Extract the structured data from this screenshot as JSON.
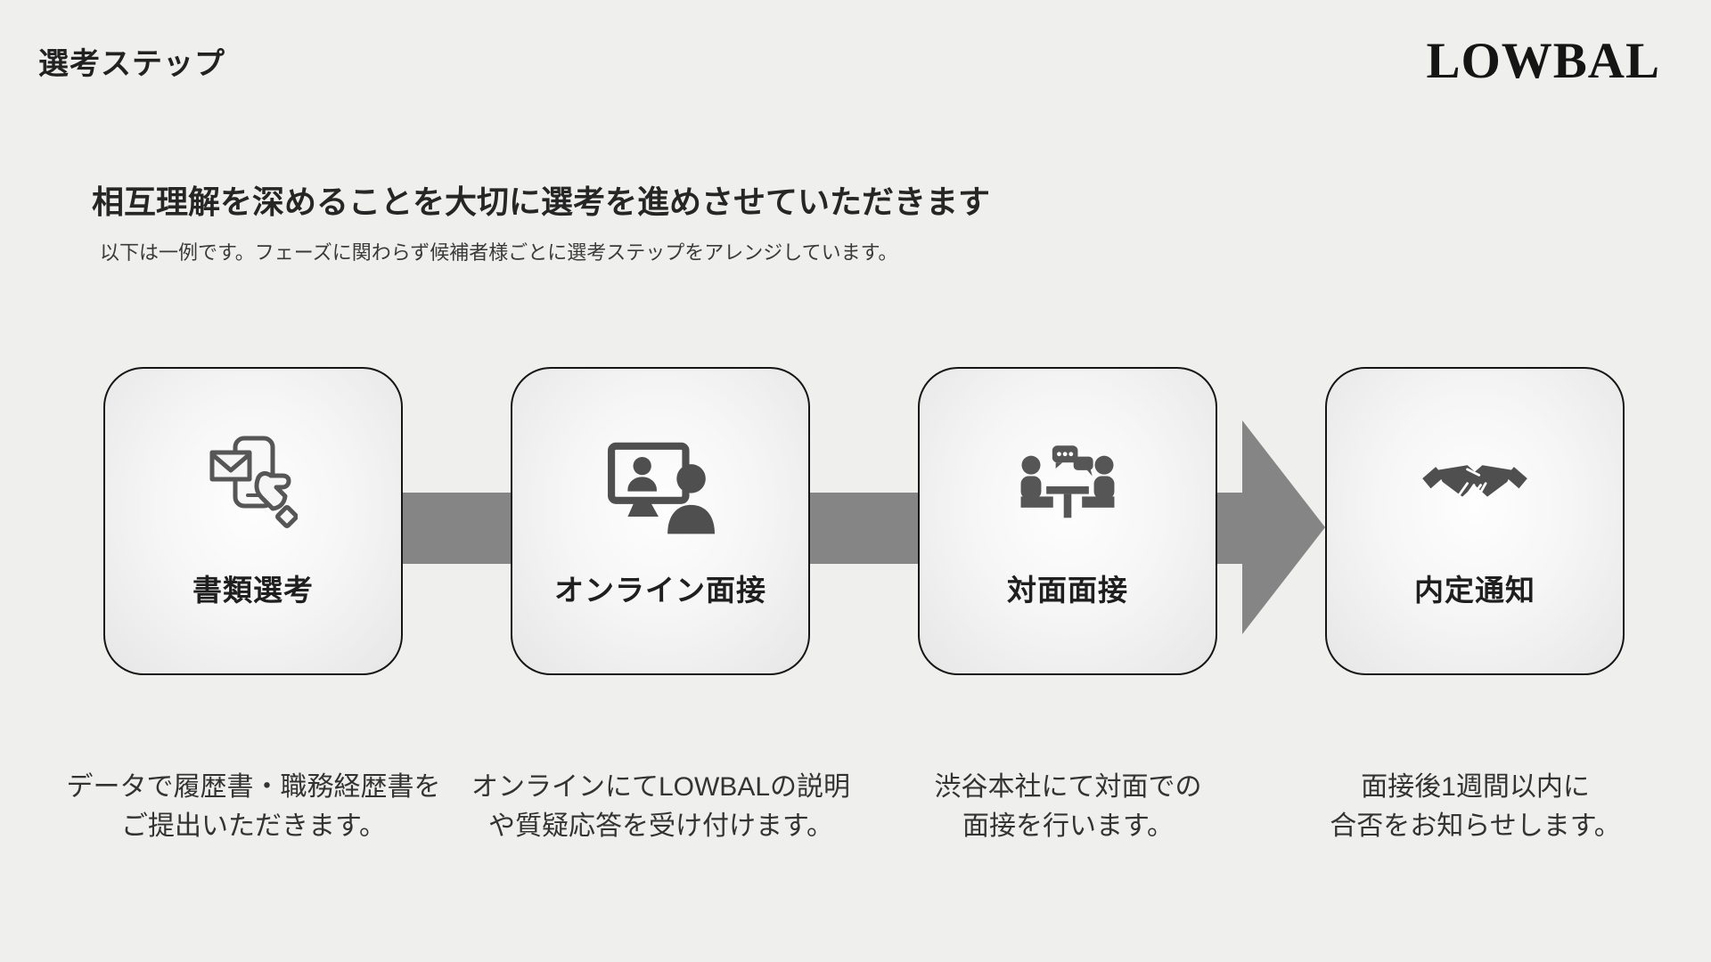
{
  "header": {
    "title": "選考ステップ",
    "brand": "LOWBAL"
  },
  "intro": {
    "heading": "相互理解を深めることを大切に選考を進めさせていただきます",
    "subheading": "以下は一例です。フェーズに関わらず候補者様ごとに選考ステップをアレンジしています。"
  },
  "steps": [
    {
      "label": "書類選考",
      "icon": "phone-mail-icon",
      "description": "データで履歴書・職務経歴書を\nご提出いただきます。"
    },
    {
      "label": "オンライン面接",
      "icon": "online-meeting-icon",
      "description": "オンラインにてLOWBALの説明\nや質疑応答を受け付けます。"
    },
    {
      "label": "対面面接",
      "icon": "face-to-face-interview-icon",
      "description": "渋谷本社にて対面での\n面接を行います。"
    },
    {
      "label": "内定通知",
      "icon": "handshake-icon",
      "description": "面接後1週間以内に\n合否をお知らせします。"
    }
  ],
  "colors": {
    "background": "#efefed",
    "connector_gray": "#858585",
    "card_border": "#161616",
    "icon_gray": "#4f4f4f",
    "text_dark": "#222222"
  }
}
